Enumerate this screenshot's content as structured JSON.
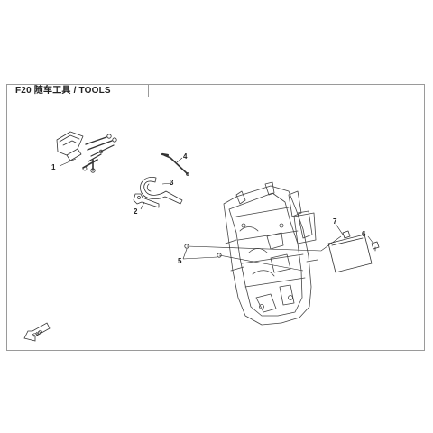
{
  "title": "F20 随车工具 / TOOLS",
  "callouts": [
    {
      "id": "1",
      "label": "1"
    },
    {
      "id": "2",
      "label": "2"
    },
    {
      "id": "3",
      "label": "3"
    },
    {
      "id": "4",
      "label": "4"
    },
    {
      "id": "5",
      "label": "5"
    },
    {
      "id": "6",
      "label": "6"
    },
    {
      "id": "7",
      "label": "7"
    }
  ],
  "fwd_label": "FWD",
  "colors": {
    "line": "#222222",
    "frame": "#9a9a9a",
    "part": "#555555"
  }
}
